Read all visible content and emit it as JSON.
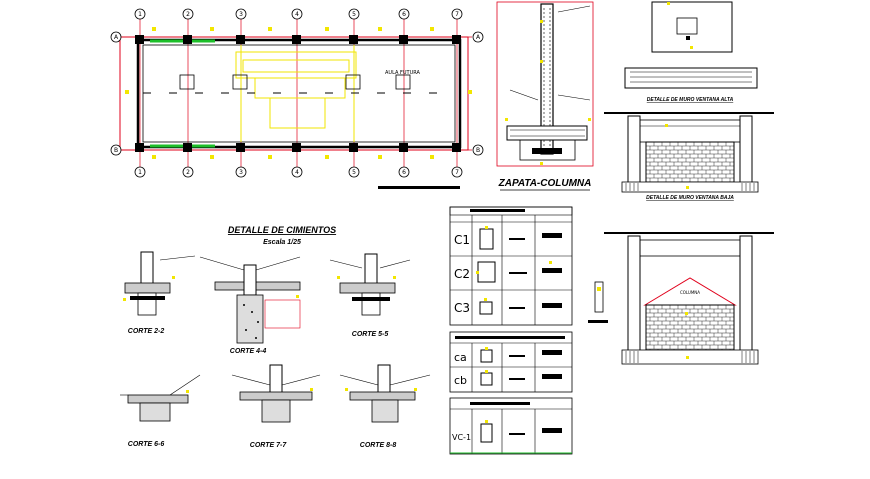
{
  "plan": {
    "axes": [
      "1",
      "2",
      "3",
      "4",
      "5",
      "6",
      "7"
    ],
    "rows": [
      "A",
      "B"
    ],
    "room_label": "AULA FUTURA"
  },
  "zapata": {
    "title": "ZAPATA-COLUMNA"
  },
  "cimientos": {
    "title": "DETALLE DE CIMIENTOS",
    "scale": "Escala 1/25",
    "cortes": [
      "CORTE 2-2",
      "CORTE 4-4",
      "CORTE 5-5",
      "CORTE 6-6",
      "CORTE 7-7",
      "CORTE 8-8"
    ]
  },
  "columns_table": {
    "rows": [
      "C1",
      "C2",
      "C3"
    ]
  },
  "beams_table": {
    "rows": [
      "ca",
      "cb"
    ]
  },
  "vigas_table": {
    "rows": [
      "VC-1"
    ]
  },
  "ventana": {
    "alta": "DETALLE DE MURO VENTANA ALTA",
    "baja": "DETALLE DE MURO VENTANA BAJA",
    "columna": "COLUMNA"
  },
  "colors": {
    "red": "#e0001b",
    "yellow": "#f2e600",
    "green": "#1dbf2a",
    "orange": "#ff9900"
  }
}
